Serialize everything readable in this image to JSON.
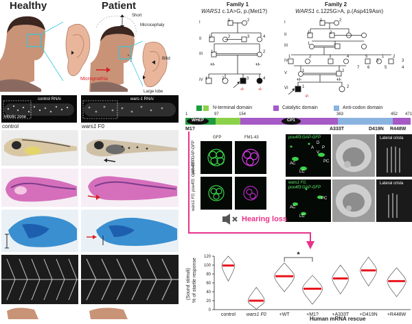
{
  "left_titles": {
    "healthy": "Healthy",
    "patient": "Patient"
  },
  "patient_labels": {
    "short": "Short",
    "microcephaly": "Microcephaly",
    "bifid": "Bifid",
    "micrognathia": "Micrognathia",
    "large_lobe": "Large lobe"
  },
  "rnai": {
    "control": "control RNAi",
    "wars": "wars-1",
    "wars_suffix": " RNAi",
    "mitotic": "Mitotic zone"
  },
  "fish_labels": {
    "control": "control",
    "wars": "wars1",
    "f0": " F0"
  },
  "family1": {
    "title": "Family 1",
    "gene": "WARS1",
    "variant": " c.1A>G, p.(Met1?)"
  },
  "family2": {
    "title": "Family 2",
    "gene": "WARS1",
    "variant": " c.1225G>A, p.(Asp419Asn)"
  },
  "pedigree": {
    "gens1": [
      "I",
      "II",
      "III",
      "IV"
    ],
    "gens2": [
      "I",
      "II",
      "III",
      "IV",
      "V",
      "VI"
    ],
    "ids": [
      "1",
      "2",
      "1",
      "2",
      "3",
      "4",
      "1",
      "2",
      "1",
      "2",
      "3",
      "4",
      "1",
      "2",
      "1",
      "2",
      "1",
      "2",
      "1",
      "2",
      "3",
      "4",
      "5",
      "1",
      "2",
      "3",
      "1",
      "2",
      "3",
      "4",
      "5",
      "6",
      "7",
      "1",
      "2"
    ],
    "genotypes": [
      "+/-",
      "+/-",
      "-/-",
      "-/-",
      "+/-",
      "+/-",
      "-/-"
    ]
  },
  "legend": {
    "nterm": "N-terminal domain",
    "catalytic": "Catalytic domain",
    "anticodon": "Anti-codon domain"
  },
  "protein": {
    "positions": [
      "1",
      "97",
      "154",
      "363",
      "452",
      "471"
    ],
    "whep": "WHEP",
    "cp1": "CP1",
    "m1": "M1?",
    "a333t": "A333T",
    "d419n": "D419N",
    "r448w": "R448W"
  },
  "imaging": {
    "gfp": "GFP",
    "fm143": "FM1-43",
    "row1": "pou4f3: GAP-GFP",
    "row2": "wars1 F0; pou4f3: GAP-GFP",
    "green_title": "pou4f3:GAP-GFP",
    "wars_f0": "wars1 F0,",
    "ac": "AC",
    "lc": "LC",
    "pc": "PC",
    "lateral": "Lateral crista",
    "axis_d": "D",
    "axis_a": "A",
    "axis_p": "P",
    "axis_v": "V"
  },
  "hearing_loss": "Hearing loss",
  "chart_data": {
    "type": "violin",
    "ylabel": "% of startle response",
    "ylabel2": "(Sound stimuli)",
    "xlabel": "Human mRNA rescue",
    "categories": [
      "control",
      "wars1 F0",
      "+WT",
      "+M1?",
      "+A333T",
      "+D419N",
      "+R448W"
    ],
    "medians": [
      99,
      20,
      75,
      47,
      70,
      88,
      64
    ],
    "ylim": [
      0,
      120
    ],
    "yticks": [
      0,
      20,
      40,
      60,
      80,
      100,
      120
    ],
    "significance": "*",
    "sig_pair": [
      "+WT",
      "+M1?"
    ],
    "median_color": "#e8141c"
  },
  "colors": {
    "nterm": "#1d9b3f",
    "nterm_light": "#8bd24a",
    "catalytic": "#a55ac6",
    "anticodon": "#8bb3e0",
    "pink": "#e8338a",
    "red": "#d81f26",
    "cyan": "#33c6e0"
  }
}
